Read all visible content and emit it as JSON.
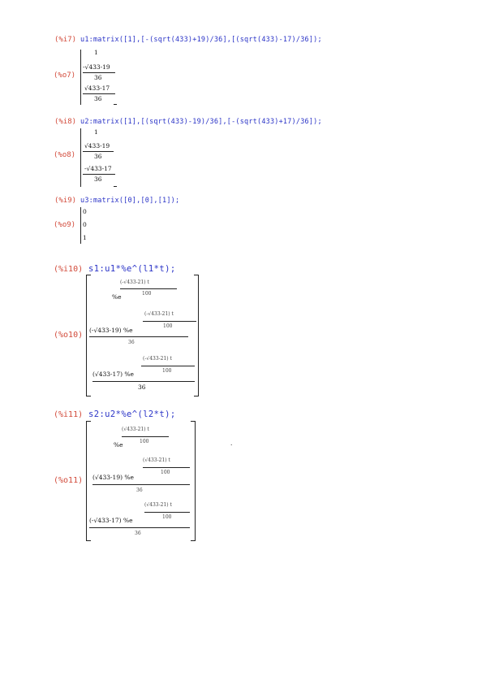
{
  "cells": [
    {
      "input_label": "(%i7)",
      "input": "u1:matrix([1],[-(sqrt(433)+19)/36],[(sqrt(433)-17)/36]);",
      "output_label": "(%o7)",
      "output": {
        "r1": "1",
        "r2_num": "-√433-19",
        "r2_den": "36",
        "r3_num": "√433-17",
        "r3_den": "36"
      }
    },
    {
      "input_label": "(%i8)",
      "input": "u2:matrix([1],[(sqrt(433)-19)/36],[-(sqrt(433)+17)/36]);",
      "output_label": "(%o8)",
      "output": {
        "r1": "1",
        "r2_num": "√433-19",
        "r2_den": "36",
        "r3_num": "-√433-17",
        "r3_den": "36"
      }
    },
    {
      "input_label": "(%i9)",
      "input": "u3:matrix([0],[0],[1]);",
      "output_label": "(%o9)",
      "output": {
        "r1": "0",
        "r2": "0",
        "r3": "1"
      }
    },
    {
      "input_label": "(%i10)",
      "input": "s1:u1*%e^(l1*t);",
      "output_label": "(%o10)",
      "output": {
        "r1_exp_num": "(-√433-21) t",
        "r1_exp_den": "100",
        "r1_base": "%e",
        "r2_coef": "(-√433-19) %e",
        "r2_exp_num": "(-√433-21) t",
        "r2_exp_den": "100",
        "r2_den": "36",
        "r3_coef": "(√433-17) %e",
        "r3_exp_num": "(-√433-21) t",
        "r3_exp_den": "100",
        "r3_den": "36"
      }
    },
    {
      "input_label": "(%i11)",
      "input": "s2:u2*%e^(l2*t);",
      "output_label": "(%o11)",
      "output": {
        "r1_exp_num": "(√433-21) t",
        "r1_exp_den": "100",
        "r1_base": "%e",
        "r2_coef": "(√433-19) %e",
        "r2_exp_num": "(√433-21) t",
        "r2_exp_den": "100",
        "r2_den": "36",
        "r3_coef": "(-√433-17) %e",
        "r3_exp_num": "(√433-21) t",
        "r3_exp_den": "100",
        "r3_den": "36"
      }
    }
  ]
}
